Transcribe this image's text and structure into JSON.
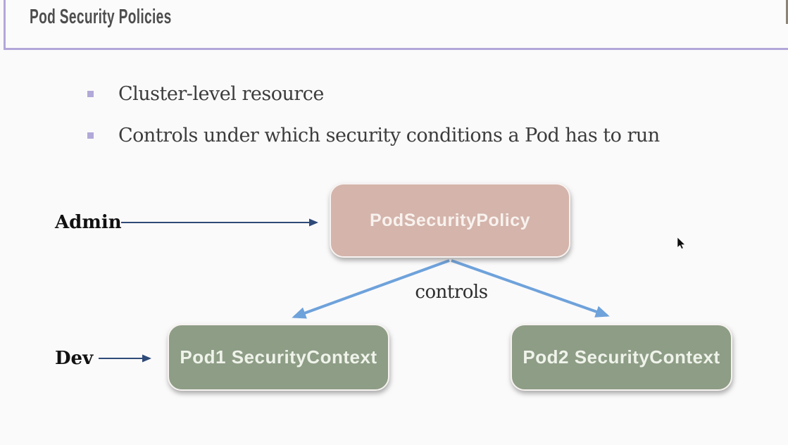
{
  "header": {
    "title": "Pod Security Policies"
  },
  "bullets": [
    {
      "label": "Cluster-level resource"
    },
    {
      "label": "Controls under which security conditions a Pod has to run"
    }
  ],
  "diagram": {
    "admin_label": "Admin",
    "dev_label": "Dev",
    "controls_label": "controls",
    "psp_box_label": "PodSecurityPolicy",
    "pod1_box_label": "Pod1 SecurityContext",
    "pod2_box_label": "Pod2 SecurityContext"
  },
  "colors": {
    "accent_purple_border": "#b3a7d8",
    "bullet_square": "#b1a9d8",
    "psp_box_fill": "#d4b4ab",
    "pod_box_fill": "#8e9d86",
    "box_text": "#f4f1ec",
    "arrow_navy": "#2e4a78",
    "arrow_blue": "#6ea2db",
    "title_text": "#4e4e4e",
    "body_text": "#3c3c3c",
    "background": "#fbfafa"
  }
}
